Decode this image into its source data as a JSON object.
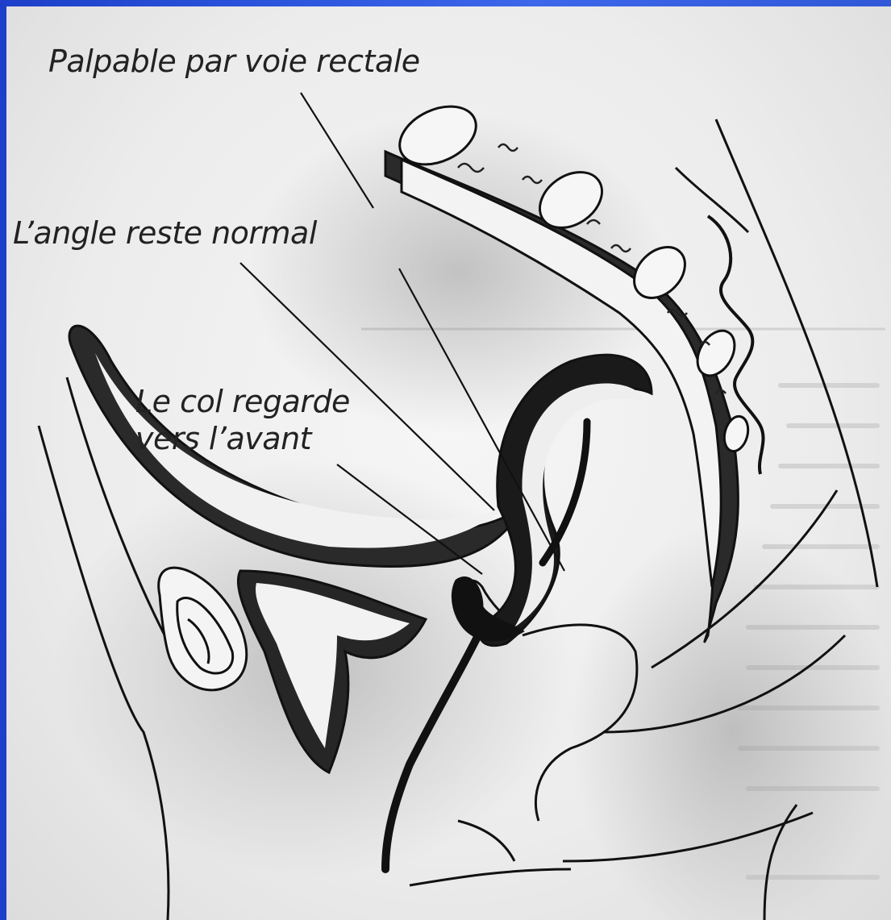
{
  "labels": {
    "rectal": "Palpable par voie rectale",
    "angle": "L’angle reste normal",
    "col_line1": "Le col regarde",
    "col_line2": "vers l’avant"
  },
  "colors": {
    "slide_background": "#2e57e0",
    "page": "#ececec",
    "ink": "#111111"
  }
}
